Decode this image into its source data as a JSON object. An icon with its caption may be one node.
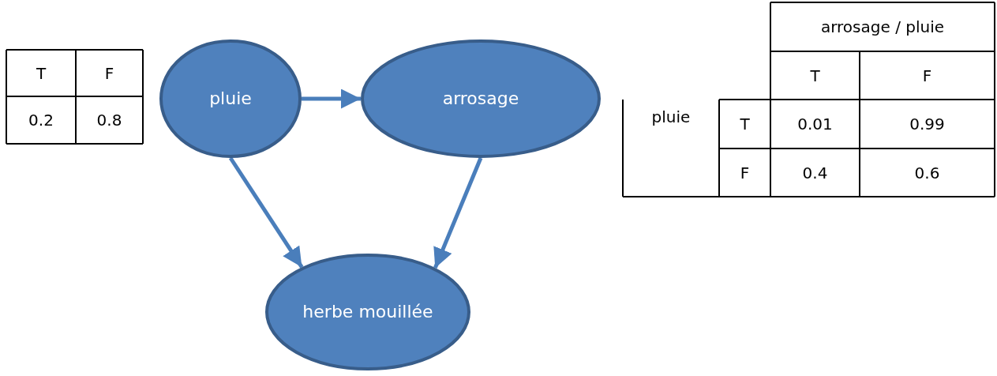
{
  "diagram": {
    "nodes": [
      {
        "text": [
          "pluie"
        ]
      },
      {
        "text": [
          "arrosage"
        ]
      },
      {
        "text": [
          "herbe mouillée"
        ]
      }
    ],
    "edges": [
      {
        "from": 0,
        "to": 1,
        "arrow": "to"
      },
      {
        "from": 0,
        "to": 2,
        "arrow": "to"
      },
      {
        "from": 1,
        "to": 2,
        "arrow": "to"
      }
    ],
    "labels": [
      "T",
      "F",
      "0.2",
      "0.8",
      "arrosage / pluie",
      "T",
      "F",
      "pluie",
      "T",
      "0.01",
      "0.99",
      "F",
      "0.4",
      "0.6"
    ]
  }
}
